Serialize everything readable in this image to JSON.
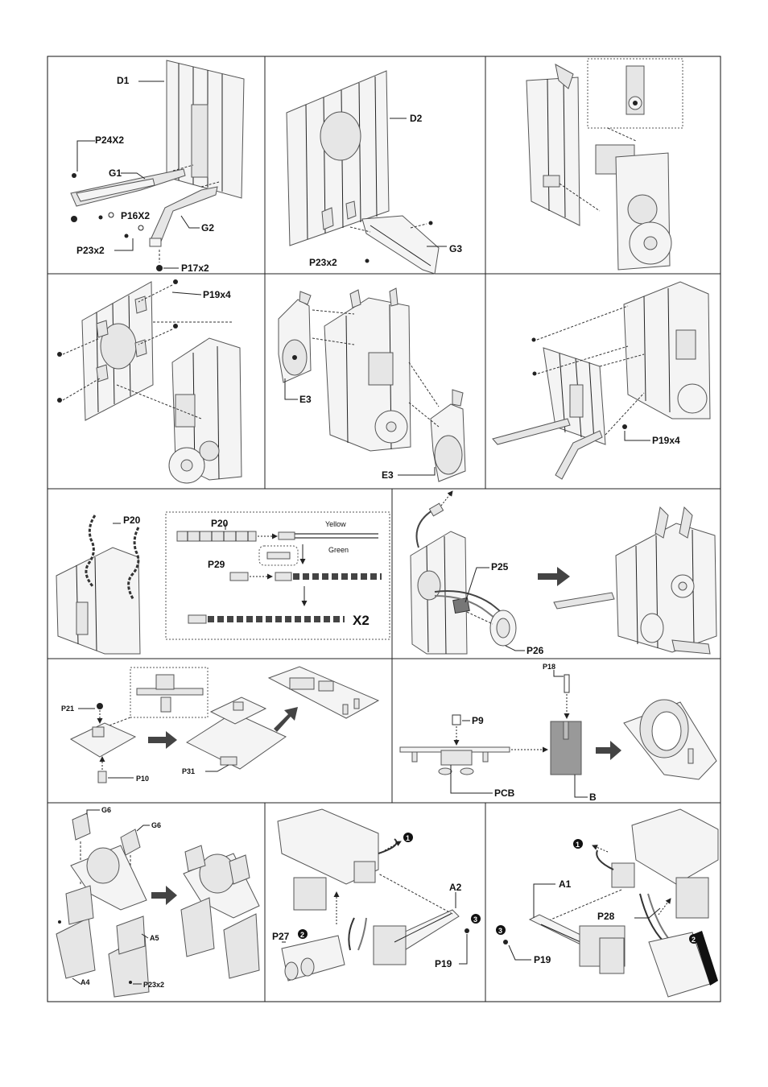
{
  "panels": {
    "p1": {
      "d1": "D1",
      "p24": "P24X2",
      "g1": "G1",
      "p16": "P16X2",
      "g2": "G2",
      "p23": "P23x2",
      "p17": "P17x2"
    },
    "p2": {
      "d2": "D2",
      "g3": "G3",
      "p23": "P23x2"
    },
    "p4": {
      "p19": "P19x4"
    },
    "p5": {
      "e3a": "E3",
      "e3b": "E3"
    },
    "p6": {
      "p19": "P19x4"
    },
    "p7": {
      "p20a": "P20",
      "p20b": "P20",
      "yellow": "Yellow",
      "green": "Green",
      "p29": "P29",
      "x2": "X2"
    },
    "p8": {
      "p25": "P25",
      "p26": "P26"
    },
    "p9": {
      "p21": "P21",
      "p10": "P10",
      "p31": "P31"
    },
    "p10": {
      "p18": "P18",
      "p9": "P9",
      "pcb": "PCB",
      "b": "B"
    },
    "p11": {
      "g6a": "G6",
      "g6b": "G6",
      "a5": "A5",
      "a4": "A4",
      "p23": "P23x2"
    },
    "p12": {
      "a2": "A2",
      "p27": "P27",
      "p19": "P19",
      "n1": "1",
      "n2": "2",
      "n3": "3"
    },
    "p13": {
      "a1": "A1",
      "p28": "P28",
      "p19": "P19",
      "n1": "1",
      "n2": "2",
      "n3": "3"
    }
  }
}
